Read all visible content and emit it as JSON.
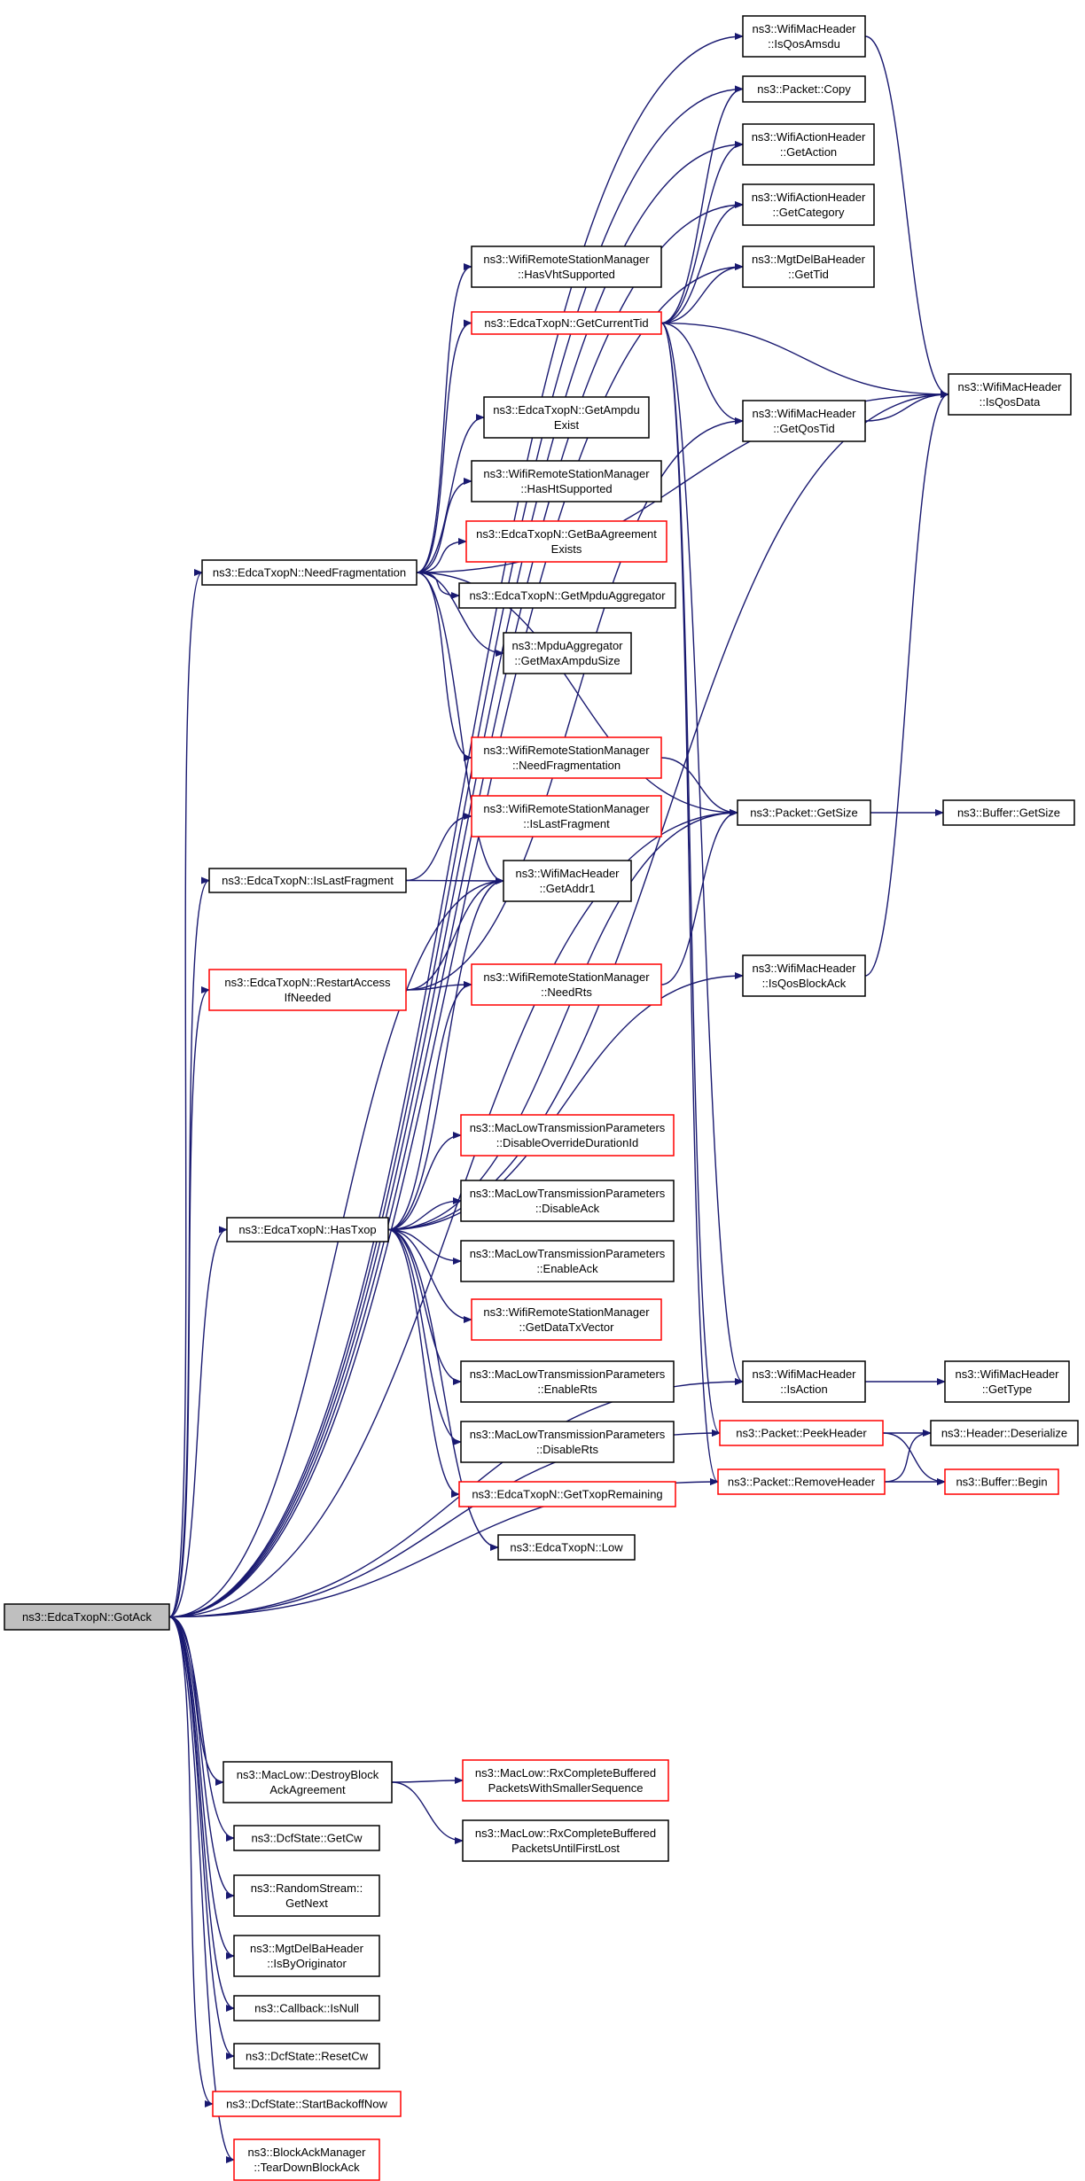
{
  "diagram": {
    "type": "call-graph",
    "root": "gotack",
    "colors": {
      "edge": "#191970",
      "border_plain": "#000000",
      "border_red": "#ff0000",
      "root_fill": "#bfbfbf"
    },
    "nodes": [
      {
        "id": "gotack",
        "lines": [
          "ns3::EdcaTxopN::GotAck"
        ],
        "style": "root"
      },
      {
        "id": "isqosamsdu",
        "lines": [
          "ns3::WifiMacHeader",
          "::IsQosAmsdu"
        ],
        "style": "plain"
      },
      {
        "id": "pktcopy",
        "lines": [
          "ns3::Packet::Copy"
        ],
        "style": "plain"
      },
      {
        "id": "getaction",
        "lines": [
          "ns3::WifiActionHeader",
          "::GetAction"
        ],
        "style": "plain"
      },
      {
        "id": "getcategory",
        "lines": [
          "ns3::WifiActionHeader",
          "::GetCategory"
        ],
        "style": "plain"
      },
      {
        "id": "delbagettid",
        "lines": [
          "ns3::MgtDelBaHeader",
          "::GetTid"
        ],
        "style": "plain"
      },
      {
        "id": "hasvht",
        "lines": [
          "ns3::WifiRemoteStationManager",
          "::HasVhtSupported"
        ],
        "style": "plain"
      },
      {
        "id": "getcurrenttid",
        "lines": [
          "ns3::EdcaTxopN::GetCurrentTid"
        ],
        "style": "red"
      },
      {
        "id": "isqosdata",
        "lines": [
          "ns3::WifiMacHeader",
          "::IsQosData"
        ],
        "style": "plain"
      },
      {
        "id": "getqostid",
        "lines": [
          "ns3::WifiMacHeader",
          "::GetQosTid"
        ],
        "style": "plain"
      },
      {
        "id": "getampdu",
        "lines": [
          "ns3::EdcaTxopN::GetAmpdu",
          "Exist"
        ],
        "style": "plain"
      },
      {
        "id": "hasht",
        "lines": [
          "ns3::WifiRemoteStationManager",
          "::HasHtSupported"
        ],
        "style": "plain"
      },
      {
        "id": "needfrag",
        "lines": [
          "ns3::EdcaTxopN::NeedFragmentation"
        ],
        "style": "plain"
      },
      {
        "id": "getba",
        "lines": [
          "ns3::EdcaTxopN::GetBaAgreement",
          "Exists"
        ],
        "style": "red"
      },
      {
        "id": "getmpdu",
        "lines": [
          "ns3::EdcaTxopN::GetMpduAggregator"
        ],
        "style": "plain"
      },
      {
        "id": "maxampdu",
        "lines": [
          "ns3::MpduAggregator",
          "::GetMaxAmpduSize"
        ],
        "style": "plain"
      },
      {
        "id": "wrsmneedfrag",
        "lines": [
          "ns3::WifiRemoteStationManager",
          "::NeedFragmentation"
        ],
        "style": "red"
      },
      {
        "id": "pktgetsize",
        "lines": [
          "ns3::Packet::GetSize"
        ],
        "style": "plain"
      },
      {
        "id": "bufgetsize",
        "lines": [
          "ns3::Buffer::GetSize"
        ],
        "style": "plain"
      },
      {
        "id": "wrsmislast",
        "lines": [
          "ns3::WifiRemoteStationManager",
          "::IsLastFragment"
        ],
        "style": "red"
      },
      {
        "id": "islastfrag",
        "lines": [
          "ns3::EdcaTxopN::IsLastFragment"
        ],
        "style": "plain"
      },
      {
        "id": "getaddr1",
        "lines": [
          "ns3::WifiMacHeader",
          "::GetAddr1"
        ],
        "style": "plain"
      },
      {
        "id": "restart",
        "lines": [
          "ns3::EdcaTxopN::RestartAccess",
          "IfNeeded"
        ],
        "style": "red"
      },
      {
        "id": "needrts",
        "lines": [
          "ns3::WifiRemoteStationManager",
          "::NeedRts"
        ],
        "style": "red"
      },
      {
        "id": "isqosblockack",
        "lines": [
          "ns3::WifiMacHeader",
          "::IsQosBlockAck"
        ],
        "style": "plain"
      },
      {
        "id": "disoverride",
        "lines": [
          "ns3::MacLowTransmissionParameters",
          "::DisableOverrideDurationId"
        ],
        "style": "red"
      },
      {
        "id": "hastxop",
        "lines": [
          "ns3::EdcaTxopN::HasTxop"
        ],
        "style": "plain"
      },
      {
        "id": "disack",
        "lines": [
          "ns3::MacLowTransmissionParameters",
          "::DisableAck"
        ],
        "style": "plain"
      },
      {
        "id": "enack",
        "lines": [
          "ns3::MacLowTransmissionParameters",
          "::EnableAck"
        ],
        "style": "plain"
      },
      {
        "id": "getdatatx",
        "lines": [
          "ns3::WifiRemoteStationManager",
          "::GetDataTxVector"
        ],
        "style": "red"
      },
      {
        "id": "enrts",
        "lines": [
          "ns3::MacLowTransmissionParameters",
          "::EnableRts"
        ],
        "style": "plain"
      },
      {
        "id": "isaction",
        "lines": [
          "ns3::WifiMacHeader",
          "::IsAction"
        ],
        "style": "plain"
      },
      {
        "id": "gettype",
        "lines": [
          "ns3::WifiMacHeader",
          "::GetType"
        ],
        "style": "plain"
      },
      {
        "id": "disrts",
        "lines": [
          "ns3::MacLowTransmissionParameters",
          "::DisableRts"
        ],
        "style": "plain"
      },
      {
        "id": "peekheader",
        "lines": [
          "ns3::Packet::PeekHeader"
        ],
        "style": "red"
      },
      {
        "id": "deserialize",
        "lines": [
          "ns3::Header::Deserialize"
        ],
        "style": "plain"
      },
      {
        "id": "gettxoprem",
        "lines": [
          "ns3::EdcaTxopN::GetTxopRemaining"
        ],
        "style": "red"
      },
      {
        "id": "removeheader",
        "lines": [
          "ns3::Packet::RemoveHeader"
        ],
        "style": "red"
      },
      {
        "id": "bufbegin",
        "lines": [
          "ns3::Buffer::Begin"
        ],
        "style": "red"
      },
      {
        "id": "low",
        "lines": [
          "ns3::EdcaTxopN::Low"
        ],
        "style": "plain"
      },
      {
        "id": "destroyba",
        "lines": [
          "ns3::MacLow::DestroyBlock",
          "AckAgreement"
        ],
        "style": "plain"
      },
      {
        "id": "rxsmaller",
        "lines": [
          "ns3::MacLow::RxCompleteBuffered",
          "PacketsWithSmallerSequence"
        ],
        "style": "red"
      },
      {
        "id": "rxfirstlost",
        "lines": [
          "ns3::MacLow::RxCompleteBuffered",
          "PacketsUntilFirstLost"
        ],
        "style": "plain"
      },
      {
        "id": "getcw",
        "lines": [
          "ns3::DcfState::GetCw"
        ],
        "style": "plain"
      },
      {
        "id": "getnext",
        "lines": [
          "ns3::RandomStream::",
          "GetNext"
        ],
        "style": "plain"
      },
      {
        "id": "isbyorig",
        "lines": [
          "ns3::MgtDelBaHeader",
          "::IsByOriginator"
        ],
        "style": "plain"
      },
      {
        "id": "isnull",
        "lines": [
          "ns3::Callback::IsNull"
        ],
        "style": "plain"
      },
      {
        "id": "resetcw",
        "lines": [
          "ns3::DcfState::ResetCw"
        ],
        "style": "plain"
      },
      {
        "id": "startbackoff",
        "lines": [
          "ns3::DcfState::StartBackoffNow"
        ],
        "style": "red"
      },
      {
        "id": "teardown",
        "lines": [
          "ns3::BlockAckManager",
          "::TearDownBlockAck"
        ],
        "style": "red"
      }
    ],
    "edges": [
      [
        "gotack",
        "isqosamsdu"
      ],
      [
        "gotack",
        "pktcopy"
      ],
      [
        "gotack",
        "getaction"
      ],
      [
        "gotack",
        "getcategory"
      ],
      [
        "gotack",
        "delbagettid"
      ],
      [
        "gotack",
        "needfrag"
      ],
      [
        "gotack",
        "islastfrag"
      ],
      [
        "gotack",
        "getaddr1"
      ],
      [
        "gotack",
        "restart"
      ],
      [
        "gotack",
        "hastxop"
      ],
      [
        "gotack",
        "isaction"
      ],
      [
        "gotack",
        "peekheader"
      ],
      [
        "gotack",
        "removeheader"
      ],
      [
        "gotack",
        "pktgetsize"
      ],
      [
        "gotack",
        "destroyba"
      ],
      [
        "gotack",
        "getcw"
      ],
      [
        "gotack",
        "getnext"
      ],
      [
        "gotack",
        "isbyorig"
      ],
      [
        "gotack",
        "isnull"
      ],
      [
        "gotack",
        "resetcw"
      ],
      [
        "gotack",
        "startbackoff"
      ],
      [
        "gotack",
        "teardown"
      ],
      [
        "isqosamsdu",
        "isqosdata"
      ],
      [
        "getcurrenttid",
        "pktcopy"
      ],
      [
        "getcurrenttid",
        "getaction"
      ],
      [
        "getcurrenttid",
        "getcategory"
      ],
      [
        "getcurrenttid",
        "delbagettid"
      ],
      [
        "getcurrenttid",
        "isqosdata"
      ],
      [
        "getcurrenttid",
        "getqostid"
      ],
      [
        "getcurrenttid",
        "isaction"
      ],
      [
        "getcurrenttid",
        "peekheader"
      ],
      [
        "getcurrenttid",
        "removeheader"
      ],
      [
        "getqostid",
        "isqosdata"
      ],
      [
        "needfrag",
        "hasvht"
      ],
      [
        "needfrag",
        "getcurrenttid"
      ],
      [
        "needfrag",
        "isqosdata"
      ],
      [
        "needfrag",
        "getampdu"
      ],
      [
        "needfrag",
        "hasht"
      ],
      [
        "needfrag",
        "getba"
      ],
      [
        "needfrag",
        "getmpdu"
      ],
      [
        "needfrag",
        "maxampdu"
      ],
      [
        "needfrag",
        "wrsmneedfrag"
      ],
      [
        "needfrag",
        "pktgetsize"
      ],
      [
        "needfrag",
        "getaddr1"
      ],
      [
        "wrsmneedfrag",
        "pktgetsize"
      ],
      [
        "pktgetsize",
        "bufgetsize"
      ],
      [
        "islastfrag",
        "wrsmislast"
      ],
      [
        "islastfrag",
        "getaddr1"
      ],
      [
        "restart",
        "getaddr1"
      ],
      [
        "restart",
        "needrts"
      ],
      [
        "restart",
        "getqostid"
      ],
      [
        "needrts",
        "pktgetsize"
      ],
      [
        "isqosblockack",
        "isqosdata"
      ],
      [
        "hastxop",
        "getaddr1"
      ],
      [
        "hastxop",
        "needrts"
      ],
      [
        "hastxop",
        "isqosblockack"
      ],
      [
        "hastxop",
        "isqosdata"
      ],
      [
        "hastxop",
        "disoverride"
      ],
      [
        "hastxop",
        "disack"
      ],
      [
        "hastxop",
        "enack"
      ],
      [
        "hastxop",
        "getdatatx"
      ],
      [
        "hastxop",
        "enrts"
      ],
      [
        "hastxop",
        "disrts"
      ],
      [
        "hastxop",
        "gettxoprem"
      ],
      [
        "hastxop",
        "low"
      ],
      [
        "hastxop",
        "pktgetsize"
      ],
      [
        "isaction",
        "gettype"
      ],
      [
        "peekheader",
        "deserialize"
      ],
      [
        "peekheader",
        "bufbegin"
      ],
      [
        "removeheader",
        "deserialize"
      ],
      [
        "removeheader",
        "bufbegin"
      ],
      [
        "destroyba",
        "rxsmaller"
      ],
      [
        "destroyba",
        "rxfirstlost"
      ]
    ]
  }
}
